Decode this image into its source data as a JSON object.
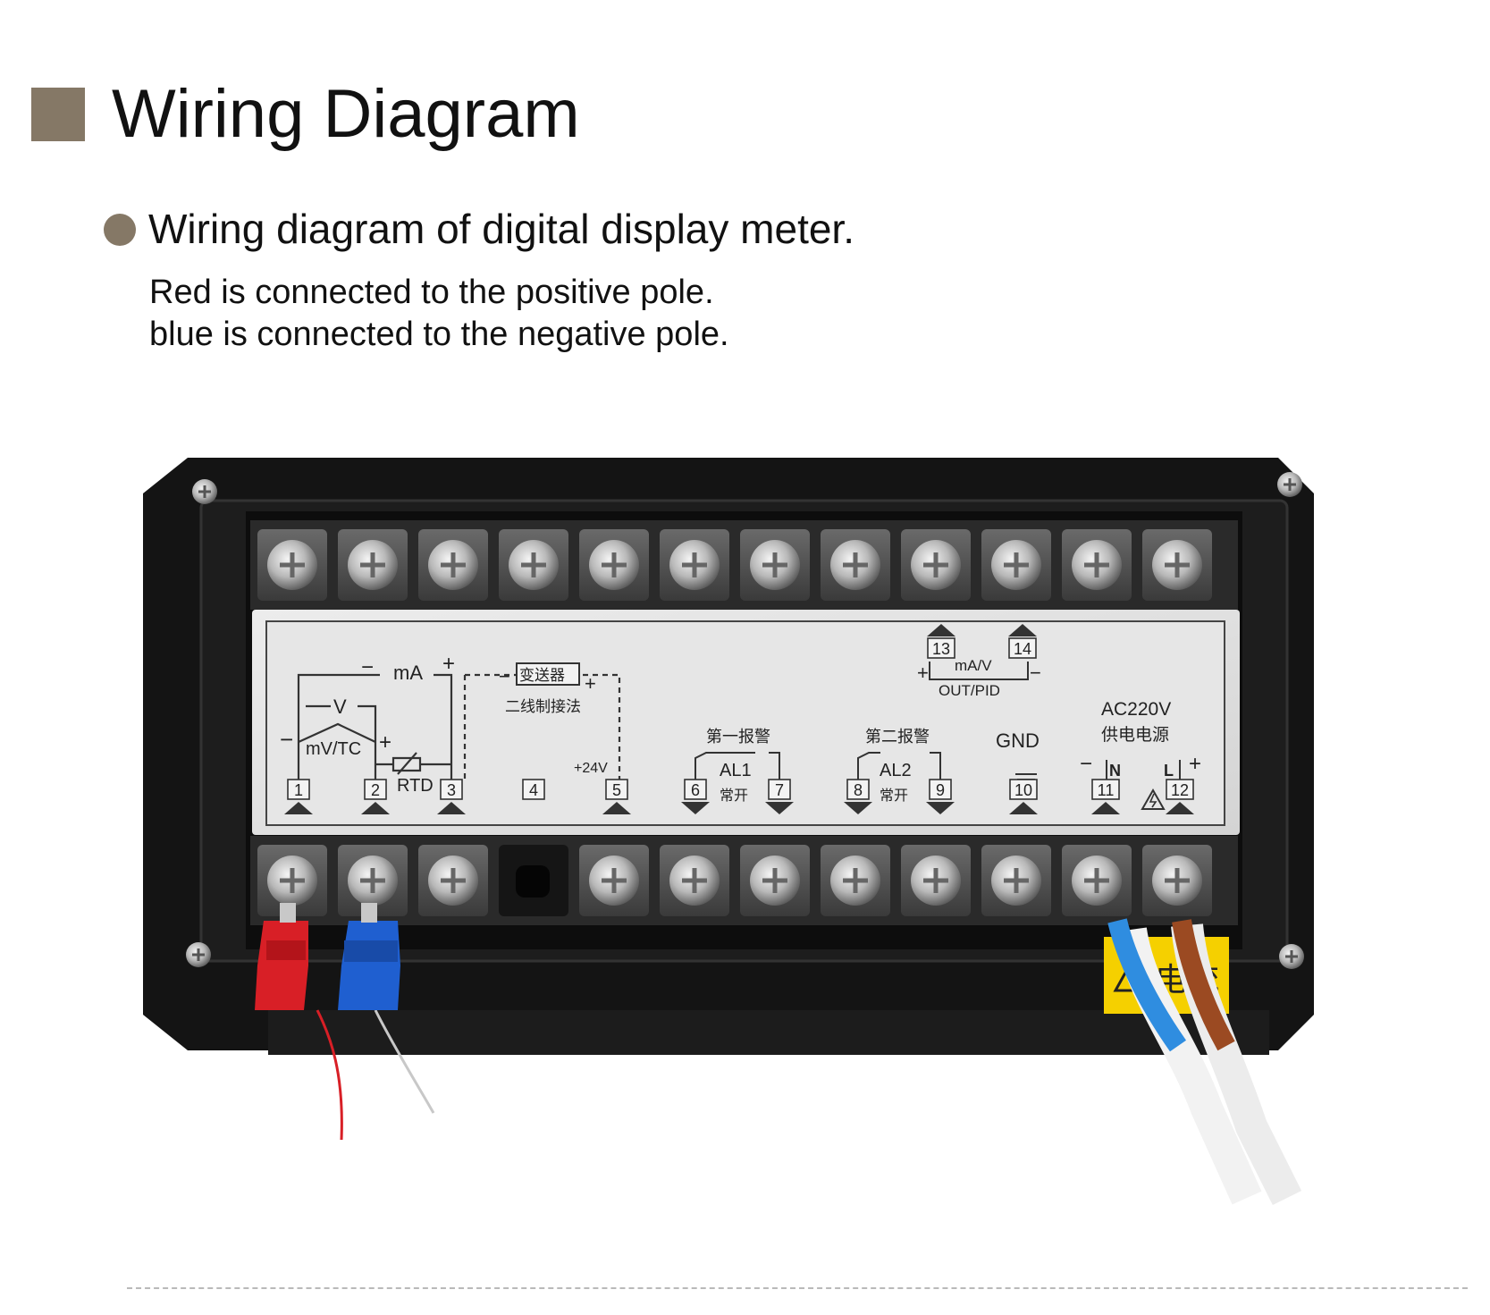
{
  "header": {
    "title": "Wiring Diagram",
    "subtitle": "Wiring diagram of digital display meter.",
    "note_red": "Red is connected to the positive pole.",
    "note_blue": "blue is connected to the negative pole."
  },
  "label": {
    "ma": "mA",
    "v": "V",
    "mvtc": "mV/TC",
    "rtd": "RTD",
    "transmitter": "变送器",
    "two_wire": "二线制接法",
    "plus24v": "+24V",
    "alarm1": "第一报警",
    "al1": "AL1",
    "no1": "常开",
    "alarm2": "第二报警",
    "al2": "AL2",
    "no2": "常开",
    "gnd": "GND",
    "ac220v": "AC220V",
    "power": "供电电源",
    "n": "N",
    "l": "L",
    "mav": "mA/V",
    "outpid": "OUT/PID",
    "t1": "1",
    "t2": "2",
    "t3": "3",
    "t4": "4",
    "t5": "5",
    "t6": "6",
    "t7": "7",
    "t8": "8",
    "t9": "9",
    "t10": "10",
    "t11": "11",
    "t12": "12",
    "t13": "13",
    "t14": "14",
    "sticker": "电流"
  },
  "colors": {
    "accent": "#857866",
    "red_wire": "#d81f26",
    "blue_wire": "#1f5fd0",
    "brown_wire": "#9b4a22",
    "warning_yellow": "#f5d000"
  }
}
